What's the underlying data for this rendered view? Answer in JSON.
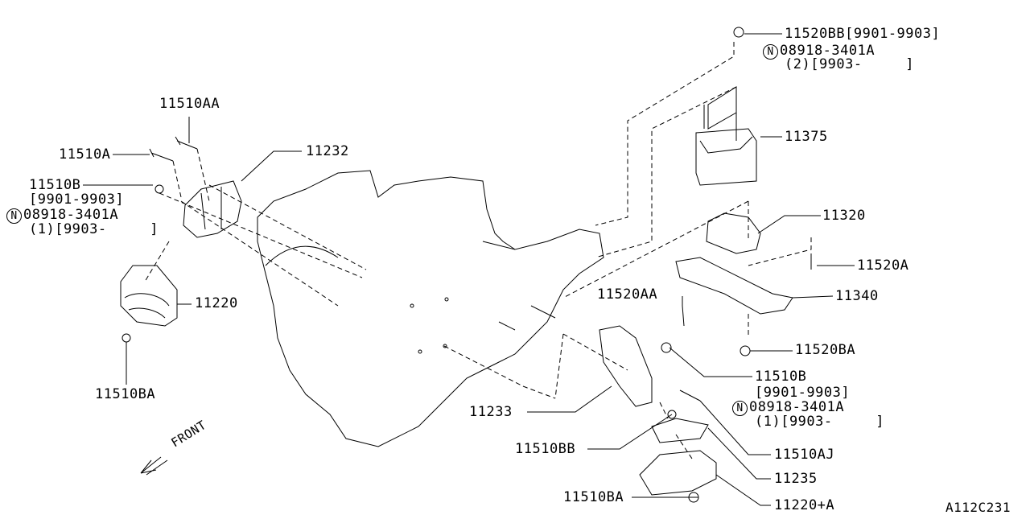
{
  "diagram": {
    "code": "A112C231",
    "front_label": "FRONT",
    "parts": [
      {
        "id": "11520BB",
        "lines": [
          "11520BB[9901-9903]"
        ],
        "note": {
          "symbol": "N",
          "part": "08918-3401A",
          "qty": "(2)[9903-     ]"
        }
      },
      {
        "id": "11375",
        "lines": [
          "11375"
        ]
      },
      {
        "id": "11320",
        "lines": [
          "11320"
        ]
      },
      {
        "id": "11520A",
        "lines": [
          "11520A"
        ]
      },
      {
        "id": "11340",
        "lines": [
          "11340"
        ]
      },
      {
        "id": "11520AA",
        "lines": [
          "11520AA"
        ]
      },
      {
        "id": "11520BA",
        "lines": [
          "11520BA"
        ]
      },
      {
        "id": "11510B-right",
        "lines": [
          "11510B",
          "[9901-9903]"
        ],
        "note": {
          "symbol": "N",
          "part": "08918-3401A",
          "qty": "(1)[9903-     ]"
        }
      },
      {
        "id": "11510AJ",
        "lines": [
          "11510AJ"
        ]
      },
      {
        "id": "11235",
        "lines": [
          "11235"
        ]
      },
      {
        "id": "11220+A",
        "lines": [
          "11220+A"
        ]
      },
      {
        "id": "11510BA-bottom",
        "lines": [
          "11510BA"
        ]
      },
      {
        "id": "11510BB",
        "lines": [
          "11510BB"
        ]
      },
      {
        "id": "11233",
        "lines": [
          "11233"
        ]
      },
      {
        "id": "11510AA",
        "lines": [
          "11510AA"
        ]
      },
      {
        "id": "11510A",
        "lines": [
          "11510A"
        ]
      },
      {
        "id": "11232",
        "lines": [
          "11232"
        ]
      },
      {
        "id": "11510B-left",
        "lines": [
          "11510B",
          "[9901-9903]"
        ],
        "note": {
          "symbol": "N",
          "part": "08918-3401A",
          "qty": "(1)[9903-     ]"
        }
      },
      {
        "id": "11220",
        "lines": [
          "11220"
        ]
      },
      {
        "id": "11510BA-left",
        "lines": [
          "11510BA"
        ]
      }
    ]
  }
}
